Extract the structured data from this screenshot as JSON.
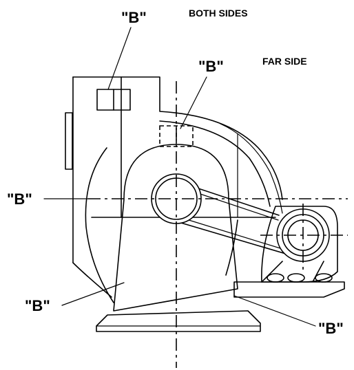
{
  "labels": {
    "b_top": "\"B\"",
    "both_sides": "BOTH SIDES",
    "b_mid": "\"B\"",
    "far_side": "FAR SIDE",
    "b_left": "\"B\"",
    "b_bottom_left": "\"B\"",
    "b_bottom_right": "\"B\""
  }
}
